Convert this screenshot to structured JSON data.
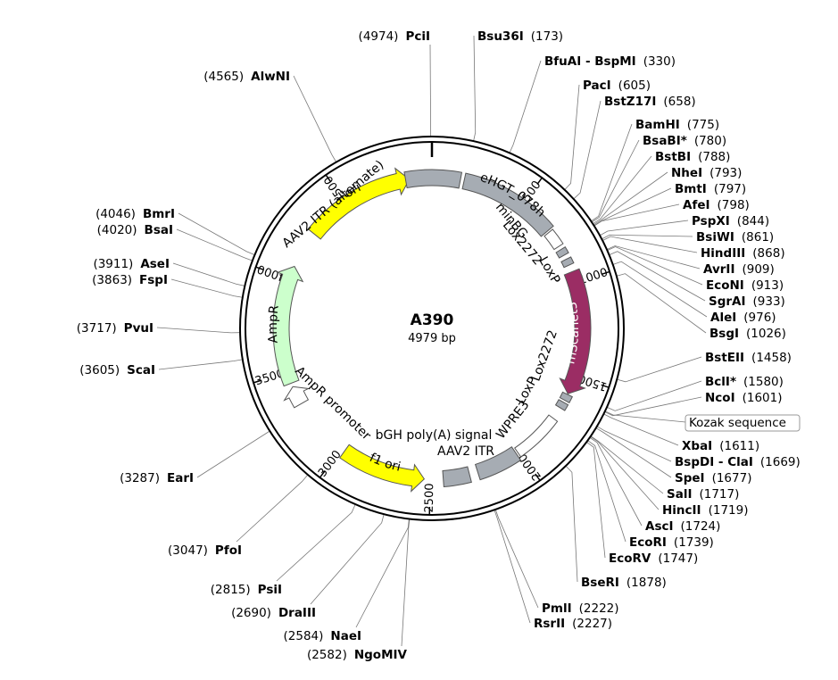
{
  "plasmid": {
    "name": "A390",
    "size_label": "4979 bp",
    "length": 4979
  },
  "ticks": [
    {
      "pos": 500,
      "label": "500"
    },
    {
      "pos": 1000,
      "label": "1000"
    },
    {
      "pos": 1500,
      "label": "1500"
    },
    {
      "pos": 2000,
      "label": "2000"
    },
    {
      "pos": 2500,
      "label": "2500"
    },
    {
      "pos": 3000,
      "label": "3000"
    },
    {
      "pos": 3500,
      "label": "3500"
    },
    {
      "pos": 4000,
      "label": "4000"
    },
    {
      "pos": 4500,
      "label": "4500"
    }
  ],
  "features": [
    {
      "name": "ori",
      "start": 4270,
      "end": 4860,
      "strand": 1,
      "color": "#ffff00",
      "kind": "arrow",
      "label_inside": true
    },
    {
      "name": "AAV2 ITR (alternate)",
      "start": 4840,
      "end": 150,
      "strand": 0,
      "color": "#a6acb3",
      "kind": "box"
    },
    {
      "name": "eHGT_078h",
      "start": 170,
      "end": 690,
      "strand": 0,
      "color": "#a6acb3",
      "kind": "box",
      "label_inside": true
    },
    {
      "name": "minBG",
      "start": 700,
      "end": 790,
      "strand": 0,
      "color": "#ffffff",
      "kind": "box"
    },
    {
      "name": "Lox2272",
      "start": 810,
      "end": 844,
      "strand": 0,
      "color": "#a6acb3",
      "kind": "box"
    },
    {
      "name": "LoxP",
      "start": 868,
      "end": 902,
      "strand": 0,
      "color": "#a6acb3",
      "kind": "box"
    },
    {
      "name": "mScarlet3",
      "start": 940,
      "end": 1600,
      "strand": 1,
      "color": "#9b2d64",
      "kind": "arrow",
      "label_inside": true
    },
    {
      "name": "LoxP",
      "start": 1604,
      "end": 1638,
      "strand": 0,
      "color": "#a6acb3",
      "kind": "box"
    },
    {
      "name": "Lox2272",
      "start": 1650,
      "end": 1684,
      "strand": 0,
      "color": "#a6acb3",
      "kind": "box"
    },
    {
      "name": "WPRE3",
      "start": 1750,
      "end": 2010,
      "strand": 0,
      "color": "#ffffff",
      "kind": "box"
    },
    {
      "name": "bGH poly(A) signal",
      "start": 2020,
      "end": 2245,
      "strand": 0,
      "color": "#a6acb3",
      "kind": "box"
    },
    {
      "name": "AAV2 ITR",
      "start": 2290,
      "end": 2430,
      "strand": 0,
      "color": "#a6acb3",
      "kind": "box"
    },
    {
      "name": "f1 ori",
      "start": 2530,
      "end": 2980,
      "strand": -1,
      "color": "#ffff00",
      "kind": "arrow",
      "label_inside": true
    },
    {
      "name": "AmpR promoter",
      "start": 3320,
      "end": 3420,
      "strand": 1,
      "color": "#ffffff",
      "kind": "arrow"
    },
    {
      "name": "AmpR",
      "start": 3440,
      "end": 4070,
      "strand": 1,
      "color": "#ccffcc",
      "kind": "arrow",
      "label_inside": true
    }
  ],
  "feature_labels": [
    {
      "name": "AAV2 ITR (alternate)",
      "ref": "AAV2 ITR (alternate)"
    },
    {
      "name": "minBG",
      "ref": "minBG"
    },
    {
      "name": "Lox2272",
      "ref": "Lox2272-a"
    },
    {
      "name": "LoxP",
      "ref": "LoxP-a"
    },
    {
      "name": "LoxP",
      "ref": "LoxP-b"
    },
    {
      "name": "Lox2272",
      "ref": "Lox2272-b"
    },
    {
      "name": "WPRE3",
      "ref": "WPRE3"
    },
    {
      "name": "bGH poly(A) signal",
      "ref": "bGH"
    },
    {
      "name": "AAV2 ITR",
      "ref": "AAV2 ITR"
    },
    {
      "name": "AmpR promoter",
      "ref": "AmpR promoter"
    }
  ],
  "right_sites": [
    {
      "enzyme": "Bsu36I",
      "pos": "(173)",
      "bp": 173
    },
    {
      "enzyme": "BfuAI - BspMI",
      "pos": "(330)",
      "bp": 330
    },
    {
      "enzyme": "PacI",
      "pos": "(605)",
      "bp": 605
    },
    {
      "enzyme": "BstZ17I",
      "pos": "(658)",
      "bp": 658
    },
    {
      "enzyme": "BamHI",
      "pos": "(775)",
      "bp": 775
    },
    {
      "enzyme": "BsaBI*",
      "pos": "(780)",
      "bp": 780
    },
    {
      "enzyme": "BstBI",
      "pos": "(788)",
      "bp": 788
    },
    {
      "enzyme": "NheI",
      "pos": "(793)",
      "bp": 793
    },
    {
      "enzyme": "BmtI",
      "pos": "(797)",
      "bp": 797
    },
    {
      "enzyme": "AfeI",
      "pos": "(798)",
      "bp": 798
    },
    {
      "enzyme": "PspXI",
      "pos": "(844)",
      "bp": 844
    },
    {
      "enzyme": "BsiWI",
      "pos": "(861)",
      "bp": 861
    },
    {
      "enzyme": "HindIII",
      "pos": "(868)",
      "bp": 868
    },
    {
      "enzyme": "AvrII",
      "pos": "(909)",
      "bp": 909
    },
    {
      "enzyme": "EcoNI",
      "pos": "(913)",
      "bp": 913
    },
    {
      "enzyme": "SgrAI",
      "pos": "(933)",
      "bp": 933
    },
    {
      "enzyme": "AleI",
      "pos": "(976)",
      "bp": 976
    },
    {
      "enzyme": "BsgI",
      "pos": "(1026)",
      "bp": 1026
    },
    {
      "enzyme": "BstEII",
      "pos": "(1458)",
      "bp": 1458
    },
    {
      "enzyme": "BclI*",
      "pos": "(1580)",
      "bp": 1580
    },
    {
      "enzyme": "NcoI",
      "pos": "(1601)",
      "bp": 1601
    },
    {
      "enzyme": "Kozak sequence",
      "pos": "",
      "bp": 1598,
      "boxed": true
    },
    {
      "enzyme": "XbaI",
      "pos": "(1611)",
      "bp": 1611
    },
    {
      "enzyme": "BspDI - ClaI",
      "pos": "(1669)",
      "bp": 1669
    },
    {
      "enzyme": "SpeI",
      "pos": "(1677)",
      "bp": 1677
    },
    {
      "enzyme": "SalI",
      "pos": "(1717)",
      "bp": 1717
    },
    {
      "enzyme": "HincII",
      "pos": "(1719)",
      "bp": 1719
    },
    {
      "enzyme": "AscI",
      "pos": "(1724)",
      "bp": 1724
    },
    {
      "enzyme": "EcoRI",
      "pos": "(1739)",
      "bp": 1739
    },
    {
      "enzyme": "EcoRV",
      "pos": "(1747)",
      "bp": 1747
    },
    {
      "enzyme": "BseRI",
      "pos": "(1878)",
      "bp": 1878
    },
    {
      "enzyme": "PmlI",
      "pos": "(2222)",
      "bp": 2222
    },
    {
      "enzyme": "RsrII",
      "pos": "(2227)",
      "bp": 2227
    }
  ],
  "left_sites": [
    {
      "enzyme": "PciI",
      "pos": "(4974)",
      "bp": 4974
    },
    {
      "enzyme": "AlwNI",
      "pos": "(4565)",
      "bp": 4565
    },
    {
      "enzyme": "BmrI",
      "pos": "(4046)",
      "bp": 4046
    },
    {
      "enzyme": "BsaI",
      "pos": "(4020)",
      "bp": 4020
    },
    {
      "enzyme": "AseI",
      "pos": "(3911)",
      "bp": 3911
    },
    {
      "enzyme": "FspI",
      "pos": "(3863)",
      "bp": 3863
    },
    {
      "enzyme": "PvuI",
      "pos": "(3717)",
      "bp": 3717
    },
    {
      "enzyme": "ScaI",
      "pos": "(3605)",
      "bp": 3605
    },
    {
      "enzyme": "EarI",
      "pos": "(3287)",
      "bp": 3287
    },
    {
      "enzyme": "PfoI",
      "pos": "(3047)",
      "bp": 3047
    },
    {
      "enzyme": "PsiI",
      "pos": "(2815)",
      "bp": 2815
    },
    {
      "enzyme": "DraIII",
      "pos": "(2690)",
      "bp": 2690
    },
    {
      "enzyme": "NaeI",
      "pos": "(2584)",
      "bp": 2584
    },
    {
      "enzyme": "NgoMIV",
      "pos": "(2582)",
      "bp": 2582
    }
  ]
}
